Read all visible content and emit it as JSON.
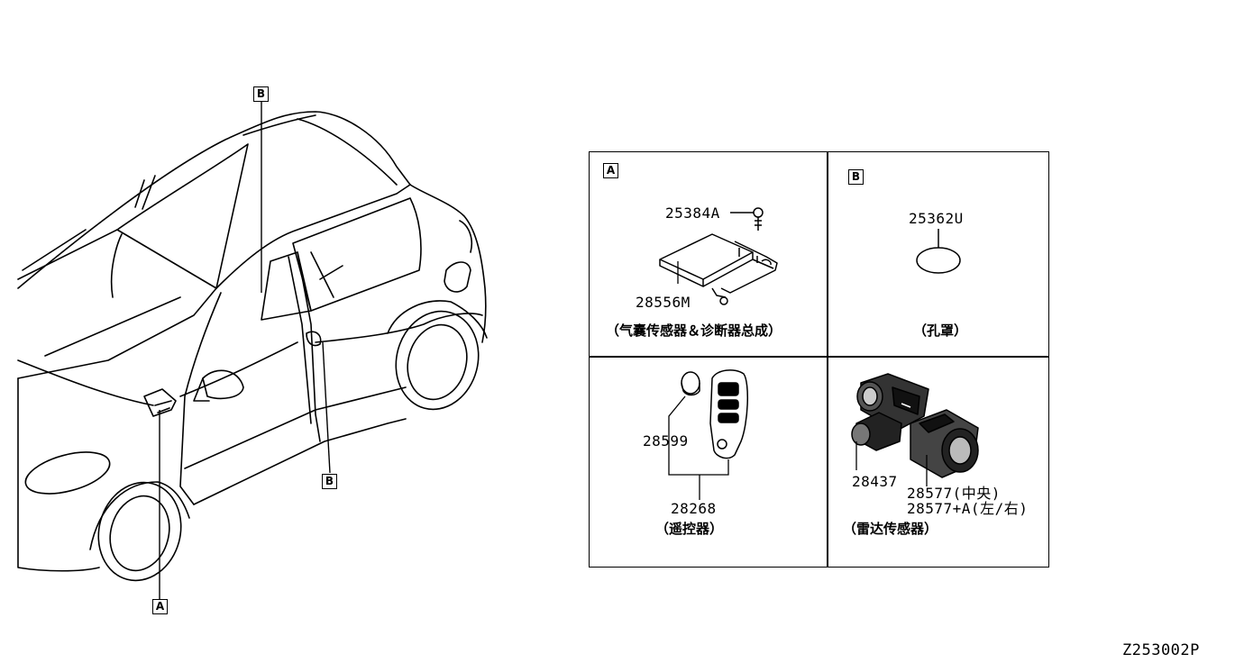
{
  "callouts": {
    "a": "A",
    "b": "B"
  },
  "panels": {
    "a": {
      "marker": "A",
      "parts": [
        "25384A",
        "28556M"
      ],
      "caption": "（气囊传感器＆诊断器总成）"
    },
    "b": {
      "marker": "B",
      "parts": [
        "25362U"
      ],
      "caption": "（孔罩）"
    },
    "c": {
      "parts": [
        "28599",
        "28268"
      ],
      "caption": "（遥控器）"
    },
    "d": {
      "parts": [
        "28437",
        "28577(中央)",
        "28577+A(左/右)"
      ],
      "caption": "（雷达传感器）"
    }
  },
  "diagram_code": "Z253002P"
}
